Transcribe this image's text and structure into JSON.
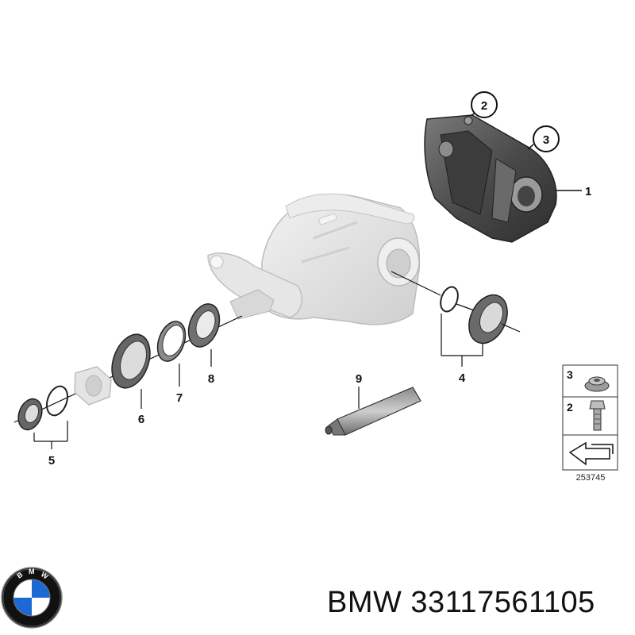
{
  "callouts": {
    "c1": "1",
    "c2": "2",
    "c3": "3",
    "c4": "4",
    "c5": "5",
    "c6": "6",
    "c7": "7",
    "c8": "8",
    "c9": "9"
  },
  "legend": {
    "row1": "3",
    "row2": "2"
  },
  "reference_number": "253745",
  "caption": "BMW 33117561105",
  "logo": {
    "brand": "BMW",
    "letters": [
      "B",
      "M",
      "W"
    ],
    "colors": {
      "blue": "#1c69d4",
      "white": "#ffffff",
      "ring": "#111111"
    }
  },
  "colors": {
    "housing": "#e2e2e2",
    "cover": "#5a5a5a",
    "line": "#111111"
  }
}
